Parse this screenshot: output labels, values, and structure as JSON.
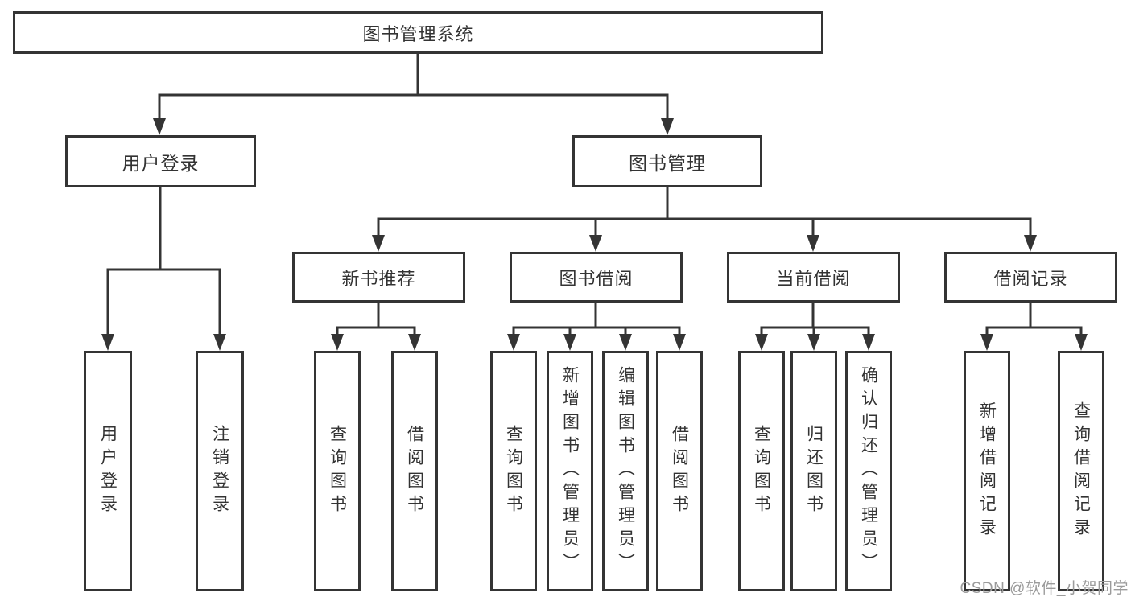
{
  "diagram": {
    "root": {
      "label": "图书管理系统"
    },
    "branches": [
      {
        "label": "用户登录",
        "children": [
          {
            "label": "用户登录"
          },
          {
            "label": "注销登录"
          }
        ]
      },
      {
        "label": "图书管理",
        "children": [
          {
            "label": "新书推荐",
            "children": [
              {
                "label": "查询图书"
              },
              {
                "label": "借阅图书"
              }
            ]
          },
          {
            "label": "图书借阅",
            "children": [
              {
                "label": "查询图书"
              },
              {
                "label": "新增图书（管理员）"
              },
              {
                "label": "编辑图书（管理员）"
              },
              {
                "label": "借阅图书"
              }
            ]
          },
          {
            "label": "当前借阅",
            "children": [
              {
                "label": "查询图书"
              },
              {
                "label": "归还图书"
              },
              {
                "label": "确认归还（管理员）"
              }
            ]
          },
          {
            "label": "借阅记录",
            "children": [
              {
                "label": "新增借阅记录"
              },
              {
                "label": "查询借阅记录"
              }
            ]
          }
        ]
      }
    ]
  },
  "watermark": {
    "text": "CSDN @软件_小贺同学"
  },
  "colors": {
    "border": "#343434",
    "line": "#343434",
    "text": "#333333",
    "watermark": "#9b9b9b",
    "background": "#ffffff"
  }
}
